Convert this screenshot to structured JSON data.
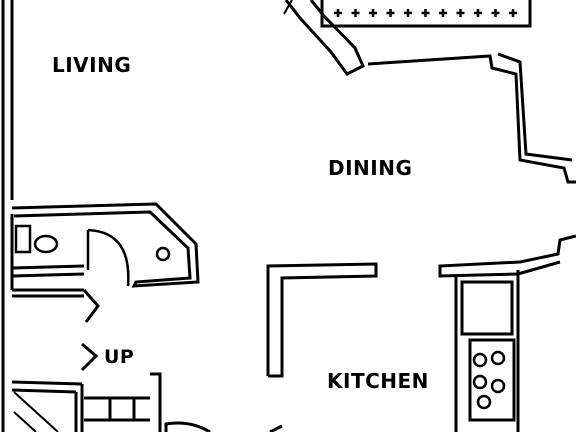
{
  "rooms": {
    "living": "LIVING",
    "dining": "DINING",
    "kitchen": "KITCHEN"
  },
  "stairs": {
    "up_label": "UP"
  }
}
